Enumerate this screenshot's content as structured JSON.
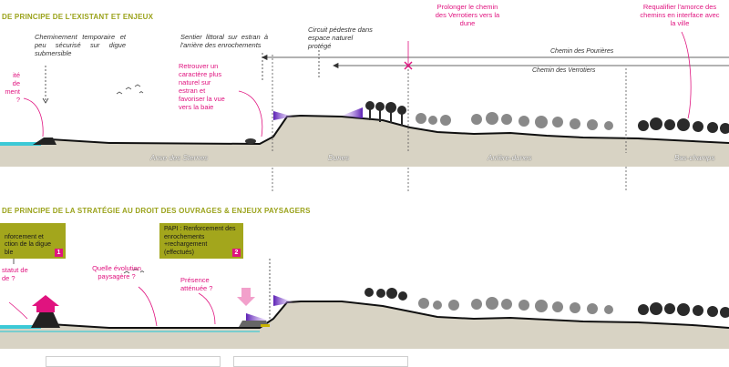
{
  "section1": {
    "title": "DE PRINCIPE DE L'EXISTANT ET ENJEUX",
    "notes": {
      "cheminement": "Cheminement temporaire et peu sécurisé sur digue submersible",
      "sentier": "Sentier littoral sur estran à l'arrière des enrochements",
      "circuit": "Circuit pédestre dans espace naturel protégé"
    },
    "pink": {
      "left_cut": "ité\nde\nment ?",
      "retrouver": "Retrouver un caractère plus naturel sur estran et favoriser la vue vers la baie",
      "prolonger": "Prolonger le chemin des Verrotiers vers la dune",
      "requalifier": "Requalifier l'amorce des chemins en interface avec la ville"
    },
    "paths": {
      "pourieres": "Chemin des Pourières",
      "verrotiers": "Chemin des Verrotiers"
    },
    "zones": [
      "Anse des Sternes",
      "Dunes",
      "Arrière-dunes",
      "Bas-champs"
    ]
  },
  "section2": {
    "title": "DE PRINCIPE DE LA STRATÉGIE AU DROIT DES OUVRAGES & ENJEUX PAYSAGERS",
    "boxes": [
      {
        "text": "nforcement et\nction de la digue\nble",
        "badge": "1"
      },
      {
        "text": "PAPI : Renforcement des enrochements +rechargement (effectués)",
        "badge": "2"
      }
    ],
    "pink": {
      "statut": "statut de\nde ?",
      "evolution": "Quelle évolution paysagère ?",
      "presence": "Présence atténuée ?"
    }
  },
  "colors": {
    "accent_olive": "#a3a61c",
    "accent_pink": "#e0137f",
    "water": "#3cc9d6",
    "ground": "#d8d3c4",
    "dune_purple": "#7b3fd1"
  },
  "icons": [
    "cross-icon",
    "arrow-up-icon",
    "arrow-down-icon",
    "tree-icon",
    "bird-icon"
  ]
}
